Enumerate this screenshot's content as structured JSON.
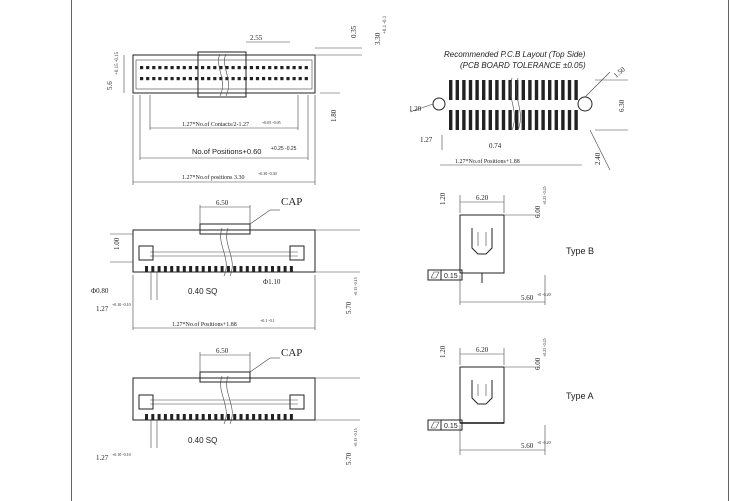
{
  "top_view": {
    "dim_pitch": "2.55",
    "dim_right_1": "0.35",
    "dim_right_2": "3.30",
    "dim_right_2_tol": "+0.1 -0.1",
    "dim_left": "5.6",
    "dim_left_tol": "+0.15 -0.15",
    "dim_contacts": "1.27*No.of Contacts/2-1.27",
    "dim_contacts_tol": "+0.05 -0.05",
    "dim_positions": "No.of Positions+0.60",
    "dim_positions_tol": "+0.25 -0.25",
    "dim_total": "1.27*No.of positions 3.30",
    "dim_total_tol": "+0.30 -0.30",
    "dim_height": "1.80"
  },
  "pcb_layout": {
    "title": "Recommended P.C.B Layout (Top Side)",
    "subtitle": "(PCB BOARD TOLERANCE ±0.05)",
    "dim_hole_right": "1.50",
    "dim_hole_left": "1.20",
    "dim_height": "6.30",
    "dim_pitch": "1.27",
    "dim_pad": "0.74",
    "dim_side": "2.40",
    "dim_total": "1.27*No.of Positions+1.88"
  },
  "side_view_b": {
    "cap_label": "CAP",
    "dim_cap": "6.50",
    "dim_height": "1.00",
    "dim_peg": "Φ0.80",
    "dim_hole": "Φ1.10",
    "dim_pin": "0.40 SQ",
    "dim_pitch": "1.27",
    "dim_pitch_tol": "+0.10 -0.10",
    "dim_total": "1.27*No.of Positions+1.88",
    "dim_total_tol": "+0.1 -0.1",
    "dim_right": "5.70",
    "dim_right_tol": "+0.15 -0.15"
  },
  "side_view_a": {
    "cap_label": "CAP",
    "dim_cap": "6.50",
    "dim_pin": "0.40 SQ",
    "dim_pitch": "1.27",
    "dim_pitch_tol": "+0.10 -0.10",
    "dim_right": "5.70",
    "dim_right_tol": "+0.15 -0.15"
  },
  "type_b": {
    "label": "Type B",
    "dim_width": "6.20",
    "dim_top": "1.20",
    "dim_height": "6.00",
    "dim_height_tol": "+0.25 -0.25",
    "flatness": "0.15",
    "dim_bottom": "5.60",
    "dim_bottom_tol": "+0 -0.20"
  },
  "type_a": {
    "label": "Type A",
    "dim_width": "6.20",
    "dim_top": "1.20",
    "dim_height": "6.00",
    "dim_height_tol": "+0.25 -0.25",
    "flatness": "0.15",
    "dim_bottom": "5.60",
    "dim_bottom_tol": "+0 -0.20"
  }
}
